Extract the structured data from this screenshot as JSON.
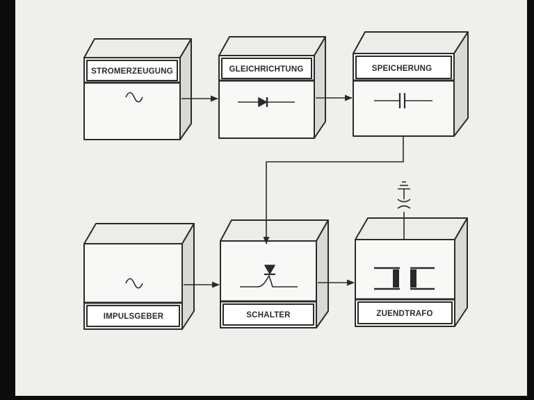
{
  "diagram": {
    "blocks": {
      "power_generation": {
        "label": "STROMERZEUGUNG",
        "symbol": "ac-source-icon"
      },
      "rectification": {
        "label": "GLEICHRICHTUNG",
        "symbol": "diode-icon"
      },
      "storage": {
        "label": "SPEICHERUNG",
        "symbol": "capacitor-icon"
      },
      "pulse_generator": {
        "label": "IMPULSGEBER",
        "symbol": "ac-source-icon"
      },
      "switch": {
        "label": "SCHALTER",
        "symbol": "thyristor-icon"
      },
      "ignition_coil": {
        "label": "ZUENDTRAFO",
        "symbol": "transformer-icon"
      }
    },
    "output_symbol": "spark-gap-icon",
    "colors": {
      "background": "#efefeb",
      "frame": "#0c0c0c",
      "ink": "#2a2a2a",
      "box_face": "#f8f8f6",
      "box_top": "#ecece9",
      "box_side": "#d9d9d5"
    }
  }
}
